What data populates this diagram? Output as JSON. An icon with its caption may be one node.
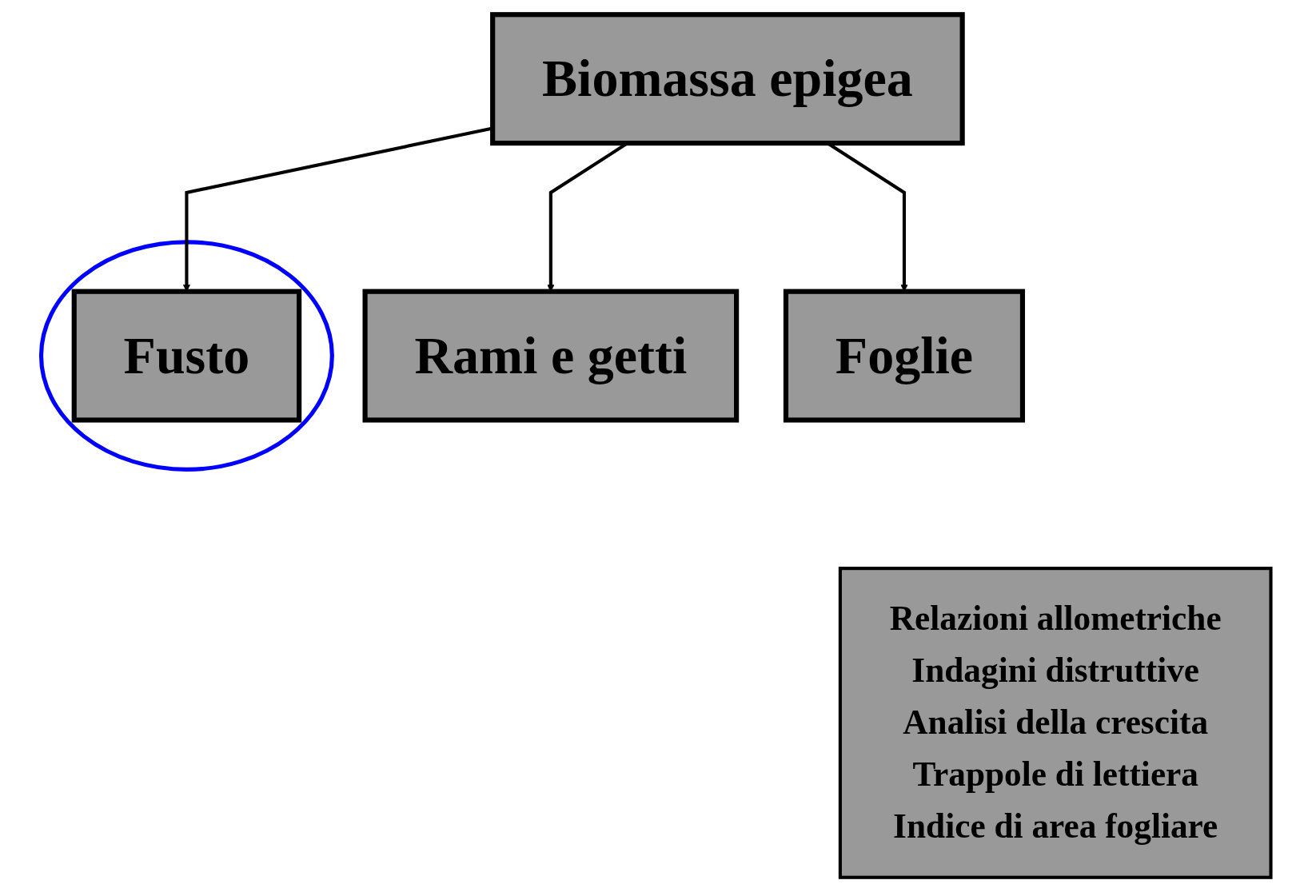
{
  "diagram": {
    "nodes": [
      {
        "text": [
          "Biomassa epigea"
        ]
      },
      {
        "text": [],
        "shape": "circle"
      },
      {
        "text": [
          "Fusto"
        ],
        "in": 1
      },
      {
        "text": [
          "Rami e getti"
        ]
      },
      {
        "text": [
          "Foglie"
        ]
      },
      {
        "text": [
          "Relazioni allometriche",
          "Indagini distruttive",
          "Analisi della crescita",
          "Trappole di lettiera",
          "Indice di area fogliare"
        ]
      }
    ],
    "edges": [
      {
        "from": 0,
        "to": 2,
        "arrow": "to"
      },
      {
        "from": 0,
        "to": 3,
        "arrow": "to"
      },
      {
        "from": 0,
        "to": 4,
        "arrow": "to"
      }
    ]
  }
}
